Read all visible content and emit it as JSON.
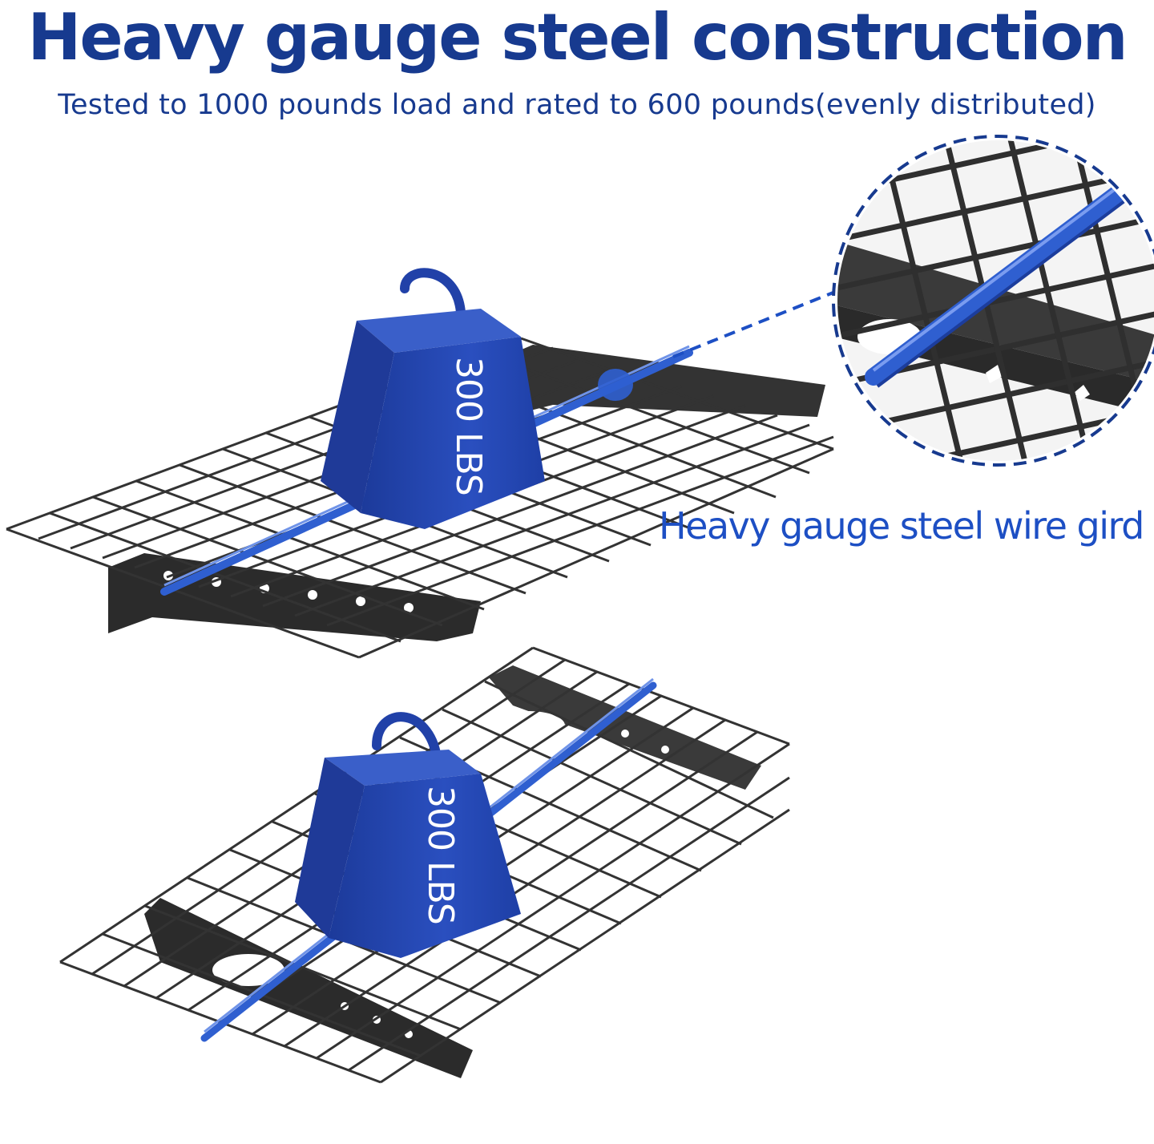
{
  "header": {
    "title": "Heavy gauge steel construction",
    "subtitle": "Tested to 1000 pounds load and rated to 600 pounds(evenly distributed)"
  },
  "callout": {
    "label": "Heavy gauge steel wire gird"
  },
  "shelves": [
    {
      "weight_label": "300 LBS"
    },
    {
      "weight_label": "300 LBS"
    }
  ],
  "colors": {
    "heading": "#173a8f",
    "accent_blue": "#1d4fc4",
    "weight_blue": "#2141a8",
    "steel": "#2b2b2b"
  }
}
